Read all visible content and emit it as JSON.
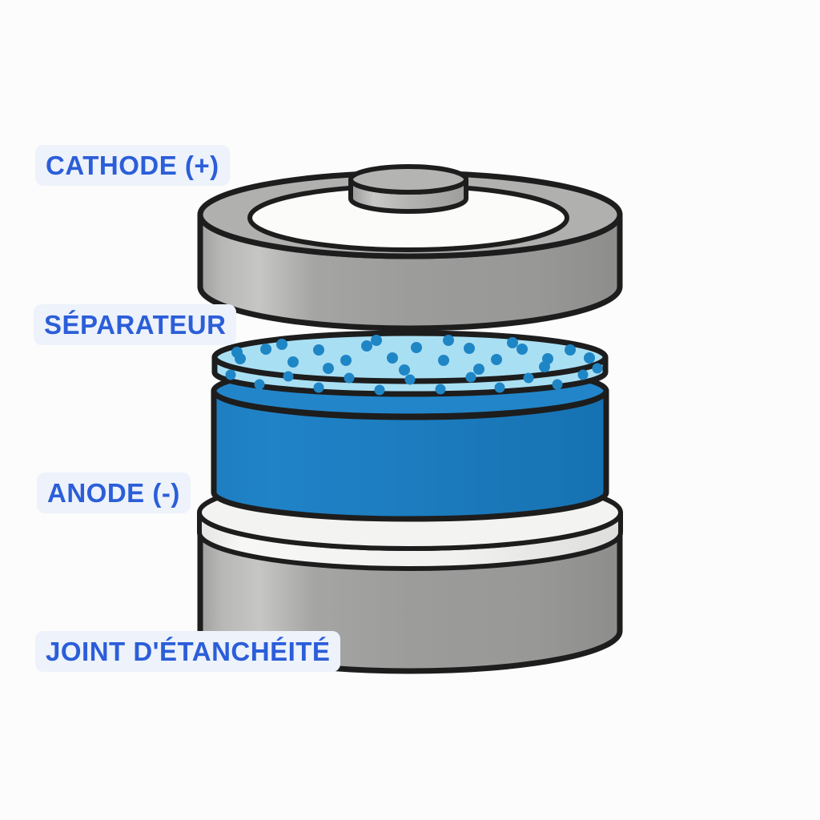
{
  "labels": {
    "cathode": "CATHODE (+)",
    "separator": "SÉPARATEUR",
    "anode": "ANODE (-)",
    "seal": "JOINT D'ÉTANCHÉITÉ"
  },
  "colors": {
    "label_text": "#2b5ed8",
    "label_bg": "#edf2fb",
    "outline": "#1d1d1d",
    "metal_gray": "#9d9d9c",
    "metal_gray_light": "#c6c6c5",
    "cap_top": "#b0b0af",
    "terminal_top": "#b4b4b3",
    "inner_ring_white": "#fbfbf9",
    "separator_fill": "#a9dff3",
    "separator_dot": "#1f86c6",
    "anode_side": "#1b7abc",
    "anode_top": "#2285c9",
    "seal_top": "#f3f3f1",
    "seal_side": "#e9e9e7",
    "background": "#fcfcfc"
  }
}
